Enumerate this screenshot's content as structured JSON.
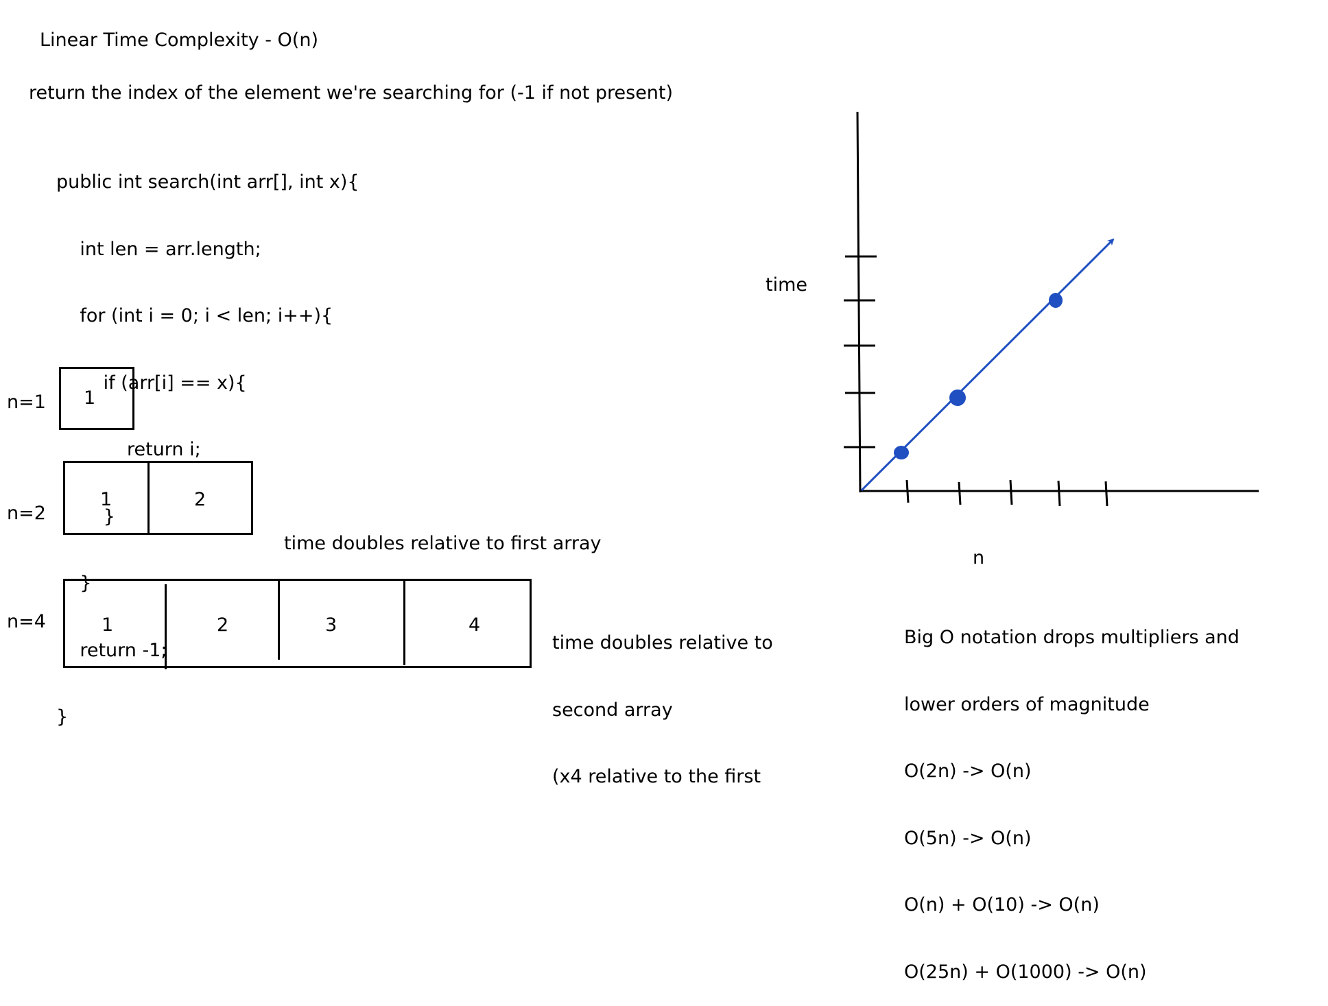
{
  "title": "Linear Time Complexity - O(n)",
  "subtitle": "return the index of the element we're searching for (-1 if not present)",
  "code_lines": [
    "public int search(int arr[], int x){",
    "    int len = arr.length;",
    "    for (int i = 0; i < len; i++){",
    "        if (arr[i] == x){",
    "            return i;",
    "        }",
    "    }",
    "    return -1;",
    "}"
  ],
  "arrays": [
    {
      "label": "n=1",
      "cells": [
        "1"
      ]
    },
    {
      "label": "n=2",
      "cells": [
        "1",
        "2"
      ],
      "note": [
        "time doubles relative to first array"
      ]
    },
    {
      "label": "n=4",
      "cells": [
        "1",
        "2",
        "3",
        "4"
      ],
      "note": [
        "time doubles relative to",
        "second array",
        "(x4 relative to the first"
      ]
    }
  ],
  "chart": {
    "ylabel": "time",
    "xlabel": "n",
    "line_color": "#1f4fc1",
    "point_color": "#1f4fc1"
  },
  "big_o_notes": [
    "Big O notation drops multipliers and",
    "lower orders of magnitude",
    "O(2n) -> O(n)",
    "O(5n) -> O(n)",
    "O(n) + O(10) -> O(n)",
    "O(25n) + O(1000) -> O(n)"
  ]
}
